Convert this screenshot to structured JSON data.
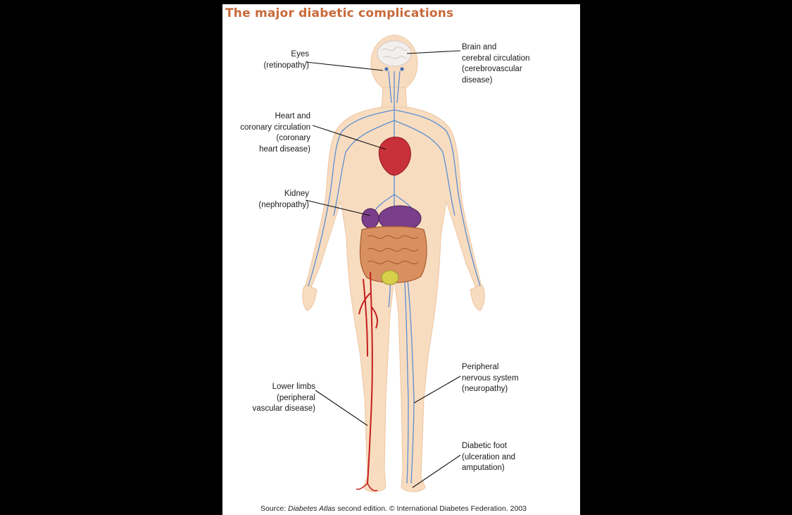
{
  "title": "The major diabetic complications",
  "colors": {
    "title": "#c8693a",
    "skin": "#f8dcc0",
    "nerves": "#5a8fd0",
    "heart": "#c8303a",
    "kidney": "#7a3e8a",
    "intestine": "#d99060",
    "artery": "#c41e1e",
    "bladder": "#d6d04a"
  },
  "labels": {
    "eyes": {
      "line1": "Eyes",
      "line2": "(retinopathy)"
    },
    "brain": {
      "line1": "Brain and",
      "line2": "cerebral circulation",
      "line3": "(cerebrovascular",
      "line4": "disease)"
    },
    "heart": {
      "line1": "Heart and",
      "line2": "coronary circulation",
      "line3": "(coronary",
      "line4": "heart disease)"
    },
    "kidney": {
      "line1": "Kidney",
      "line2": "(nephropathy)"
    },
    "peripheral_nervous": {
      "line1": "Peripheral",
      "line2": "nervous system",
      "line3": "(neuropathy)"
    },
    "lower_limbs": {
      "line1": "Lower limbs",
      "line2": "(peripheral",
      "line3": "vascular disease)"
    },
    "diabetic_foot": {
      "line1": "Diabetic foot",
      "line2": "(ulceration and",
      "line3": "amputation)"
    }
  },
  "source": {
    "prefix": "Source: ",
    "italic": "Diabetes Atlas",
    "suffix": " second edition. © International Diabetes Federation. 2003"
  }
}
